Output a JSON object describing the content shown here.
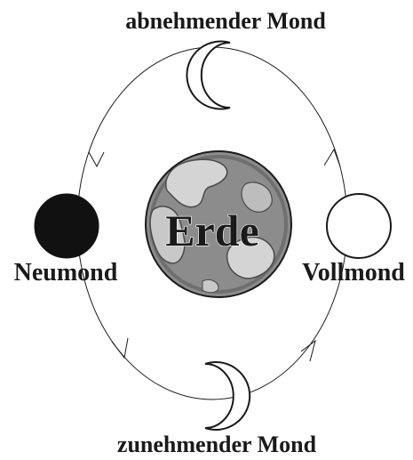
{
  "labels": {
    "top": "abnehmender Mond",
    "bottom": "zunehmender Mond",
    "left": "Neumond",
    "right": "Vollmond",
    "center": "Erde"
  },
  "colors": {
    "line": "#1a1a1a",
    "new_moon": "#111111",
    "full_moon": "#ffffff",
    "earth_ocean": "#8c8c8c",
    "earth_land": "#cfcfcf"
  }
}
